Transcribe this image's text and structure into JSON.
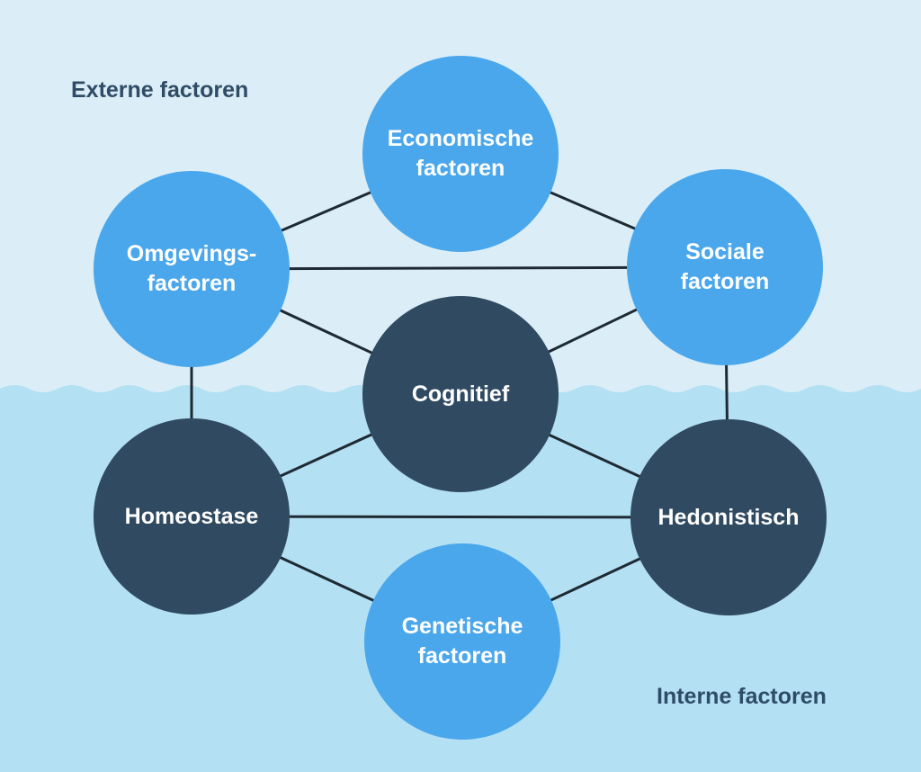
{
  "colors": {
    "background_top": "#dbeef7",
    "background_bottom": "#b3e0f2",
    "external_node": "#4aa7ec",
    "internal_node": "#2f4a61",
    "edge": "#1e2a33",
    "label_text": "#2f4c66"
  },
  "regions": {
    "external_label": "Externe factoren",
    "internal_label": "Interne factoren"
  },
  "nodes": {
    "economic": {
      "label": "Economische\nfactoren",
      "group": "external"
    },
    "social": {
      "label": "Sociale\nfactoren",
      "group": "external"
    },
    "environmental": {
      "label": "Omgevings-\nfactoren",
      "group": "external"
    },
    "cognitive": {
      "label": "Cognitief",
      "group": "internal"
    },
    "homeostasis": {
      "label": "Homeostase",
      "group": "internal"
    },
    "hedonistic": {
      "label": "Hedonistisch",
      "group": "internal"
    },
    "genetic": {
      "label": "Genetische\nfactoren",
      "group": "external"
    }
  },
  "edges": [
    [
      "economic",
      "environmental"
    ],
    [
      "economic",
      "social"
    ],
    [
      "environmental",
      "social"
    ],
    [
      "environmental",
      "cognitive"
    ],
    [
      "social",
      "cognitive"
    ],
    [
      "environmental",
      "homeostasis"
    ],
    [
      "social",
      "hedonistic"
    ],
    [
      "cognitive",
      "homeostasis"
    ],
    [
      "cognitive",
      "hedonistic"
    ],
    [
      "homeostasis",
      "hedonistic"
    ],
    [
      "homeostasis",
      "genetic"
    ],
    [
      "hedonistic",
      "genetic"
    ]
  ]
}
